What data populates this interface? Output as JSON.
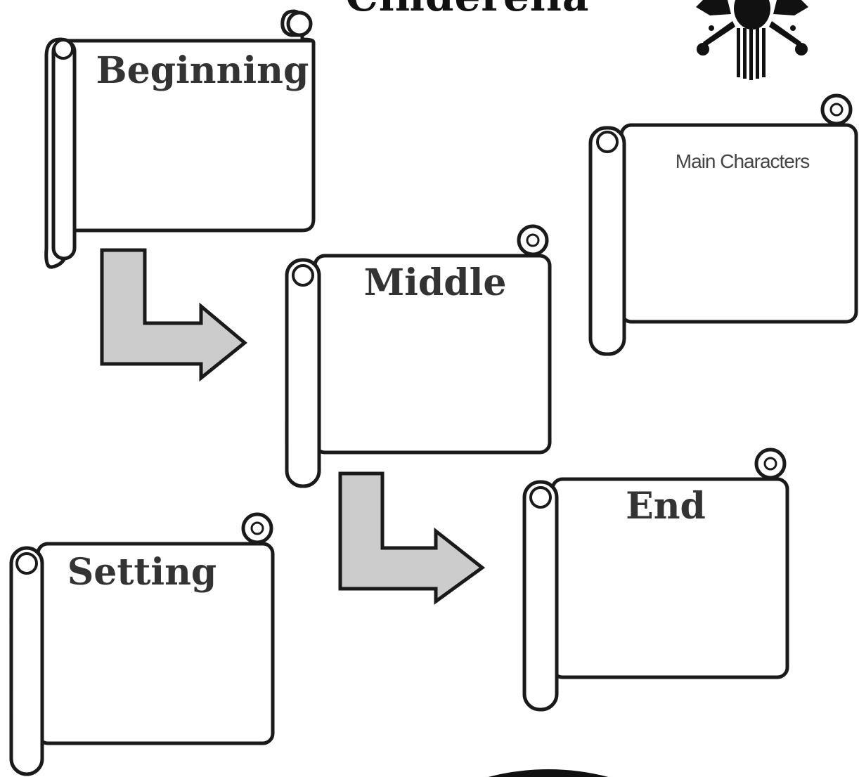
{
  "title": "Cinderella",
  "boxes": {
    "beginning": {
      "label": "Beginning"
    },
    "main_characters": {
      "label": "Main Characters"
    },
    "middle": {
      "label": "Middle"
    },
    "setting": {
      "label": "Setting"
    },
    "end": {
      "label": "End"
    }
  },
  "colors": {
    "outline": "#1a1a1a",
    "paper": "#ffffff",
    "arrow_fill": "#cccccc"
  },
  "icons": {
    "decor_top_right": "bird-illustration-icon",
    "decor_bottom": "dark-shape-icon"
  }
}
